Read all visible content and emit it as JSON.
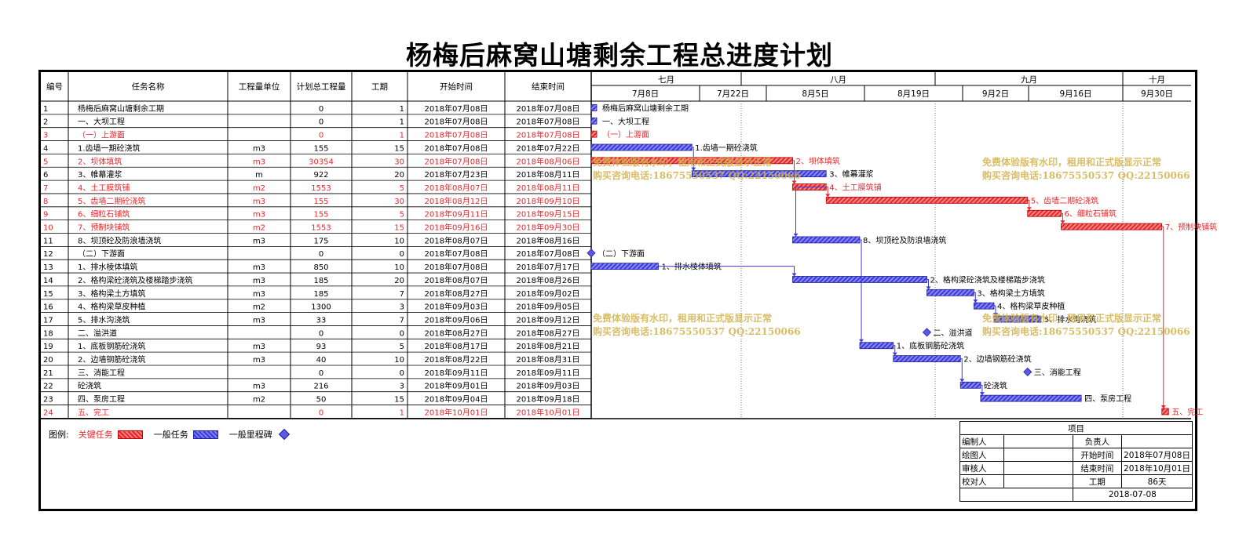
{
  "title": "杨梅后麻窝山塘剩余工程总进度计划",
  "columns": {
    "no": "编号",
    "name": "任务名称",
    "unit": "工程量单位",
    "qty": "计划总工程量",
    "dur": "工期",
    "start": "开始时间",
    "end": "结束时间"
  },
  "months": [
    "七月",
    "八月",
    "九月",
    "十月"
  ],
  "week_labels": [
    "7月8日",
    "7月22日",
    "8月5日",
    "8月19日",
    "9月2日",
    "9月16日",
    "9月30日"
  ],
  "colors": {
    "critical": "#e8262a",
    "normal": "#3a3adf",
    "milestone": "#5a5ae6",
    "watermark": "#d2b24a"
  },
  "watermark": {
    "line1": "免费体验版有水印，租用和正式版显示正常",
    "line2": "购买咨询电话:18675550537 QQ:22150066"
  },
  "legend": {
    "label": "图例:",
    "critical": "关键任务",
    "normal": "一般任务",
    "milestone": "一般里程碑"
  },
  "info": {
    "project": "项目",
    "editor": "编制人",
    "owner": "负责人",
    "drafter": "绘图人",
    "start_label": "开始时间",
    "start_value": "2018年07月08日",
    "reviewer": "审核人",
    "end_label": "结束时间",
    "end_value": "2018年10月01日",
    "checker": "校对人",
    "duration_label": "工期",
    "duration_value": "86天",
    "date": "2018-07-08"
  },
  "chart_data": {
    "type": "gantt",
    "date_range": [
      "2018-07-08",
      "2018-10-01"
    ],
    "tasks": [
      {
        "no": "1",
        "name": "杨梅后麻窝山塘剩余工期",
        "unit": "",
        "qty": "0",
        "dur": "1",
        "start": "2018年07月08日",
        "end": "2018年07月08日",
        "s": "2018-07-08",
        "e": "2018-07-08",
        "kind": "summary",
        "crit": false
      },
      {
        "no": "2",
        "name": "一、大坝工程",
        "unit": "",
        "qty": "0",
        "dur": "1",
        "start": "2018年07月08日",
        "end": "2018年07月08日",
        "s": "2018-07-08",
        "e": "2018-07-08",
        "kind": "summary",
        "crit": false
      },
      {
        "no": "3",
        "name": "（一）上游面",
        "unit": "",
        "qty": "0",
        "dur": "1",
        "start": "2018年07月08日",
        "end": "2018年07月08日",
        "s": "2018-07-08",
        "e": "2018-07-08",
        "kind": "summary",
        "crit": true
      },
      {
        "no": "4",
        "name": "1.齿墙一期砼浇筑",
        "unit": "m3",
        "qty": "155",
        "dur": "15",
        "start": "2018年07月08日",
        "end": "2018年07月22日",
        "s": "2018-07-08",
        "e": "2018-07-22",
        "kind": "bar",
        "crit": false
      },
      {
        "no": "5",
        "name": "2、坝体填筑",
        "unit": "m3",
        "qty": "30354",
        "dur": "30",
        "start": "2018年07月08日",
        "end": "2018年08月06日",
        "s": "2018-07-08",
        "e": "2018-08-06",
        "kind": "bar",
        "crit": true
      },
      {
        "no": "6",
        "name": "3、帷幕灌浆",
        "unit": "m",
        "qty": "922",
        "dur": "20",
        "start": "2018年07月23日",
        "end": "2018年08月11日",
        "s": "2018-07-23",
        "e": "2018-08-11",
        "kind": "bar",
        "crit": false
      },
      {
        "no": "7",
        "name": "4、土工膜筑铺",
        "unit": "m2",
        "qty": "1553",
        "dur": "5",
        "start": "2018年08月07日",
        "end": "2018年08月11日",
        "s": "2018-08-07",
        "e": "2018-08-11",
        "kind": "bar",
        "crit": true
      },
      {
        "no": "8",
        "name": "5、齿墙二期砼浇筑",
        "unit": "m3",
        "qty": "155",
        "dur": "30",
        "start": "2018年08月12日",
        "end": "2018年09月10日",
        "s": "2018-08-12",
        "e": "2018-09-10",
        "kind": "bar",
        "crit": true
      },
      {
        "no": "9",
        "name": "6、细粒石铺筑",
        "unit": "m3",
        "qty": "155",
        "dur": "5",
        "start": "2018年09月11日",
        "end": "2018年09月15日",
        "s": "2018-09-11",
        "e": "2018-09-15",
        "kind": "bar",
        "crit": true
      },
      {
        "no": "10",
        "name": "7、预制块铺筑",
        "unit": "m2",
        "qty": "1553",
        "dur": "15",
        "start": "2018年09月16日",
        "end": "2018年09月30日",
        "s": "2018-09-16",
        "e": "2018-09-30",
        "kind": "bar",
        "crit": true
      },
      {
        "no": "11",
        "name": "8、坝顶砼及防浪墙浇筑",
        "unit": "m3",
        "qty": "175",
        "dur": "10",
        "start": "2018年08月07日",
        "end": "2018年08月16日",
        "s": "2018-08-07",
        "e": "2018-08-16",
        "kind": "bar",
        "crit": false
      },
      {
        "no": "12",
        "name": "（二）下游面",
        "unit": "",
        "qty": "0",
        "dur": "0",
        "start": "2018年07月08日",
        "end": "2018年07月08日",
        "s": "2018-07-08",
        "e": "2018-07-08",
        "kind": "milestone",
        "crit": false
      },
      {
        "no": "13",
        "name": "1、排水棱体填筑",
        "unit": "m3",
        "qty": "850",
        "dur": "10",
        "start": "2018年07月08日",
        "end": "2018年07月17日",
        "s": "2018-07-08",
        "e": "2018-07-17",
        "kind": "bar",
        "crit": false
      },
      {
        "no": "14",
        "name": "2、格构梁砼浇筑及楼梯踏步浇筑",
        "unit": "m3",
        "qty": "185",
        "dur": "20",
        "start": "2018年08月07日",
        "end": "2018年08月26日",
        "s": "2018-08-07",
        "e": "2018-08-26",
        "kind": "bar",
        "crit": false
      },
      {
        "no": "15",
        "name": "3、格构梁土方填筑",
        "unit": "m3",
        "qty": "185",
        "dur": "7",
        "start": "2018年08月27日",
        "end": "2018年09月02日",
        "s": "2018-08-27",
        "e": "2018-09-02",
        "kind": "bar",
        "crit": false
      },
      {
        "no": "16",
        "name": "4、格构梁草皮种植",
        "unit": "m2",
        "qty": "1300",
        "dur": "3",
        "start": "2018年09月03日",
        "end": "2018年09月05日",
        "s": "2018-09-03",
        "e": "2018-09-05",
        "kind": "bar",
        "crit": false
      },
      {
        "no": "17",
        "name": "5、排水沟浇筑",
        "unit": "m3",
        "qty": "33",
        "dur": "7",
        "start": "2018年09月06日",
        "end": "2018年09月12日",
        "s": "2018-09-06",
        "e": "2018-09-12",
        "kind": "bar",
        "crit": false
      },
      {
        "no": "18",
        "name": "二、溢洪道",
        "unit": "",
        "qty": "0",
        "dur": "0",
        "start": "2018年08月27日",
        "end": "2018年08月27日",
        "s": "2018-08-27",
        "e": "2018-08-27",
        "kind": "milestone",
        "crit": false
      },
      {
        "no": "19",
        "name": "1、底板钢筋砼浇筑",
        "unit": "m3",
        "qty": "93",
        "dur": "5",
        "start": "2018年08月17日",
        "end": "2018年08月21日",
        "s": "2018-08-17",
        "e": "2018-08-21",
        "kind": "bar",
        "crit": false
      },
      {
        "no": "20",
        "name": "2、边墙钢筋砼浇筑",
        "unit": "m3",
        "qty": "40",
        "dur": "10",
        "start": "2018年08月22日",
        "end": "2018年08月31日",
        "s": "2018-08-22",
        "e": "2018-08-31",
        "kind": "bar",
        "crit": false
      },
      {
        "no": "21",
        "name": "三、消能工程",
        "unit": "",
        "qty": "0",
        "dur": "0",
        "start": "2018年09月11日",
        "end": "2018年09月11日",
        "s": "2018-09-11",
        "e": "2018-09-11",
        "kind": "milestone",
        "crit": false
      },
      {
        "no": "22",
        "name": "砼浇筑",
        "unit": "m3",
        "qty": "216",
        "dur": "3",
        "start": "2018年09月01日",
        "end": "2018年09月03日",
        "s": "2018-09-01",
        "e": "2018-09-03",
        "kind": "bar",
        "crit": false
      },
      {
        "no": "23",
        "name": "四、泵房工程",
        "unit": "m2",
        "qty": "50",
        "dur": "15",
        "start": "2018年09月04日",
        "end": "2018年09月18日",
        "s": "2018-09-04",
        "e": "2018-09-18",
        "kind": "bar",
        "crit": false
      },
      {
        "no": "24",
        "name": "五、完工",
        "unit": "",
        "qty": "0",
        "dur": "1",
        "start": "2018年10月01日",
        "end": "2018年10月01日",
        "s": "2018-10-01",
        "e": "2018-10-01",
        "kind": "bar",
        "crit": true
      }
    ]
  }
}
